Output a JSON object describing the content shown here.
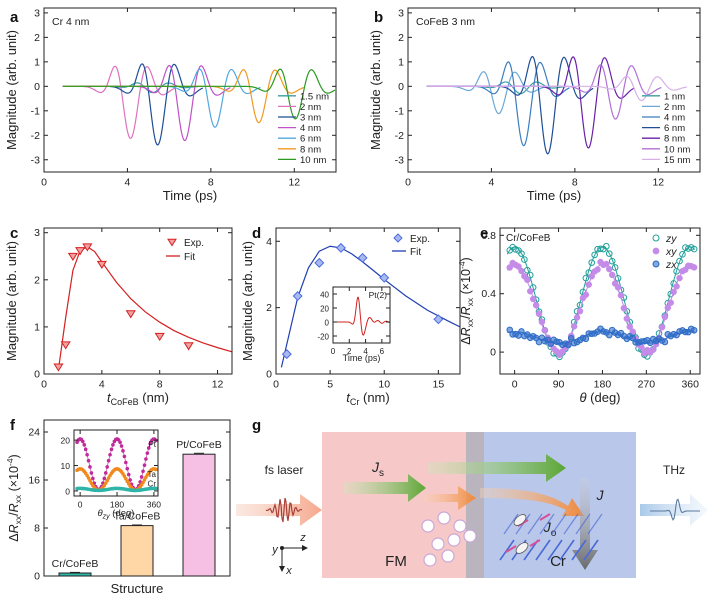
{
  "figure": {
    "panels": {
      "a": {
        "letter": "a",
        "note": "Cr 4 nm"
      },
      "b": {
        "letter": "b",
        "note": "CoFeB 3 nm"
      },
      "c": {
        "letter": "c"
      },
      "d": {
        "letter": "d"
      },
      "e": {
        "letter": "e",
        "note": "Cr/CoFeB"
      },
      "f": {
        "letter": "f"
      },
      "g": {
        "letter": "g"
      }
    },
    "schematic": {
      "fs_laser": "fs laser",
      "thz": "THz",
      "fm": "FM",
      "cr": "Cr",
      "js": "J",
      "js_sub": "s",
      "jo": "J",
      "jo_sub": "o",
      "j": "J",
      "axis_y": "y",
      "axis_z": "z",
      "axis_x": "x"
    },
    "colors": {
      "red": "#d32020",
      "blue": "#1f3fb0",
      "fm_region": "#f6c8c8",
      "cr_region": "#b9c8ea",
      "green_arrow": "#5aa534",
      "orange_arrow": "#f0883a"
    }
  },
  "chart_data": [
    {
      "id": "a",
      "type": "line",
      "title": "",
      "xlabel": "Time (ps)",
      "ylabel": "Magnitude (arb. unit)",
      "xlim": [
        0,
        14
      ],
      "ylim": [
        -3.5,
        3.2
      ],
      "xticks": [
        0,
        4,
        8,
        12
      ],
      "yticks": [
        -3,
        -2,
        -1,
        0,
        1,
        2,
        3
      ],
      "legend_position": "bottom-right",
      "series": [
        {
          "name": "1.5 nm",
          "color": "#3a9ea0",
          "peak_time": 5.2,
          "amplitude": 0.3,
          "pos_amp": 0.2
        },
        {
          "name": "2 nm",
          "color": "#e070c0",
          "peak_time": 4.15,
          "amplitude": 2.4,
          "pos_amp": 1.25
        },
        {
          "name": "3 nm",
          "color": "#1d4e96",
          "peak_time": 5.45,
          "amplitude": 2.7,
          "pos_amp": 1.4
        },
        {
          "name": "4 nm",
          "color": "#c050c8",
          "peak_time": 6.75,
          "amplitude": 2.5,
          "pos_amp": 1.3
        },
        {
          "name": "6 nm",
          "color": "#50a8e0",
          "peak_time": 8.2,
          "amplitude": 1.9,
          "pos_amp": 1.05
        },
        {
          "name": "8 nm",
          "color": "#f09a20",
          "peak_time": 10.3,
          "amplitude": 1.7,
          "pos_amp": 1.0
        },
        {
          "name": "10 nm",
          "color": "#2a9a20",
          "peak_time": 12.05,
          "amplitude": 1.55,
          "pos_amp": 1.0
        }
      ]
    },
    {
      "id": "b",
      "type": "line",
      "title": "",
      "xlabel": "Time (ps)",
      "ylabel": "Magnitude (arb. unit)",
      "xlim": [
        0,
        14
      ],
      "ylim": [
        -3.5,
        3.2
      ],
      "xticks": [
        0,
        4,
        8,
        12
      ],
      "yticks": [
        -3,
        -2,
        -1,
        0,
        1,
        2,
        3
      ],
      "legend_position": "bottom-right",
      "series": [
        {
          "name": "1 nm",
          "color": "#3a9ea0",
          "peak_time": 5.4,
          "amplitude": 0.35,
          "pos_amp": 0.25
        },
        {
          "name": "2 nm",
          "color": "#6aa8d8",
          "peak_time": 4.35,
          "amplitude": 1.3,
          "pos_amp": 0.85
        },
        {
          "name": "4 nm",
          "color": "#3a7ec0",
          "peak_time": 5.55,
          "amplitude": 2.75,
          "pos_amp": 1.5
        },
        {
          "name": "6 nm",
          "color": "#1d4e96",
          "peak_time": 6.7,
          "amplitude": 3.15,
          "pos_amp": 1.8
        },
        {
          "name": "8 nm",
          "color": "#6a1fa8",
          "peak_time": 8.65,
          "amplitude": 2.9,
          "pos_amp": 1.75
        },
        {
          "name": "10 nm",
          "color": "#b070d8",
          "peak_time": 9.95,
          "amplitude": 1.6,
          "pos_amp": 1.2
        },
        {
          "name": "15 nm",
          "color": "#d8b0e8",
          "peak_time": 11.2,
          "amplitude": 0.7,
          "pos_amp": 0.55
        }
      ]
    },
    {
      "id": "c",
      "type": "scatter",
      "title": "",
      "xlabel": "t",
      "xlabel_sub": "CoFeB",
      "xlabel_unit": " (nm)",
      "ylabel": "Magnitude (arb. unit)",
      "xlim": [
        0,
        13
      ],
      "ylim": [
        0,
        3.1
      ],
      "xticks": [
        0,
        4,
        8,
        12
      ],
      "yticks": [
        0,
        1,
        2,
        3
      ],
      "legend_position": "top-right",
      "series": [
        {
          "name": "Exp.",
          "marker": "triangle-down",
          "color": "#d32020",
          "x": [
            1,
            1.5,
            2,
            2.5,
            3,
            4,
            6,
            8,
            10
          ],
          "y": [
            0.15,
            0.62,
            2.5,
            2.62,
            2.7,
            2.33,
            1.28,
            0.8,
            0.6
          ]
        },
        {
          "name": "Fit",
          "type": "line",
          "color": "#d32020",
          "x": [
            1,
            1.5,
            2,
            2.5,
            3,
            3.5,
            4,
            5,
            6,
            7,
            8,
            9,
            10,
            11,
            12,
            13
          ],
          "y": [
            0.1,
            1.2,
            2.2,
            2.62,
            2.7,
            2.6,
            2.38,
            1.95,
            1.6,
            1.32,
            1.1,
            0.92,
            0.78,
            0.66,
            0.56,
            0.47
          ]
        }
      ]
    },
    {
      "id": "d",
      "type": "scatter",
      "title": "",
      "xlabel": "t",
      "xlabel_sub": "Cr",
      "xlabel_unit": " (nm)",
      "ylabel": "Magnitude (arb. unit)",
      "xlim": [
        0,
        17
      ],
      "ylim": [
        0,
        4.4
      ],
      "xticks": [
        0,
        5,
        10,
        15
      ],
      "yticks": [
        0,
        2,
        4
      ],
      "legend_position": "top-right",
      "series": [
        {
          "name": "Exp.",
          "marker": "diamond",
          "color": "#4a6ee0",
          "x": [
            1,
            2,
            4,
            6,
            8,
            10,
            15
          ],
          "y": [
            0.6,
            2.35,
            3.35,
            3.8,
            3.5,
            2.9,
            1.65
          ]
        },
        {
          "name": "Fit",
          "type": "line",
          "color": "#1f3fb0",
          "x": [
            0.5,
            1,
            1.5,
            2,
            3,
            4,
            5,
            6,
            7,
            8,
            9,
            10,
            12,
            14,
            16,
            17
          ],
          "y": [
            0.2,
            0.9,
            1.6,
            2.3,
            3.2,
            3.7,
            3.85,
            3.8,
            3.62,
            3.38,
            3.12,
            2.85,
            2.35,
            1.92,
            1.58,
            1.42
          ]
        }
      ],
      "inset": {
        "type": "line",
        "title": "",
        "label": "Pt(2)",
        "xlabel": "Time (ps)",
        "ylabel": "",
        "xlim": [
          0,
          7
        ],
        "ylim": [
          -30,
          50
        ],
        "xticks": [
          0,
          2,
          4,
          6
        ],
        "yticks": [
          -20,
          0,
          20,
          40
        ],
        "color": "#d32020"
      }
    },
    {
      "id": "e",
      "type": "scatter",
      "title": "",
      "xlabel": "θ (deg)",
      "ylabel": "ΔR",
      "ylabel_parts": {
        "delta": "Δ",
        "r1": "R",
        "s1": "xx",
        "slash": "/",
        "r2": "R",
        "s2": "xx",
        "unit": " (×10",
        "exp": "-4",
        "close": ")"
      },
      "xlim": [
        -30,
        380
      ],
      "ylim": [
        -0.15,
        0.85
      ],
      "xticks": [
        0,
        90,
        180,
        270,
        360
      ],
      "yticks": [
        0,
        0.4,
        0.8
      ],
      "ytick_labels": [
        "0",
        "0.4",
        "0.8"
      ],
      "legend_position": "top-right",
      "series": [
        {
          "name": "zy",
          "marker": "open-circle",
          "color": "#21a09a",
          "mean": 0.35,
          "amp": 0.37,
          "noise": 0.02
        },
        {
          "name": "xy",
          "marker": "filled-circle",
          "color": "#c48be8",
          "mean": 0.3,
          "amp": 0.3,
          "noise": 0.02
        },
        {
          "name": "zx",
          "marker": "circle",
          "color": "#2e6cc7",
          "mean": 0.1,
          "amp": 0.04,
          "noise": 0.025
        }
      ]
    },
    {
      "id": "f",
      "type": "bar",
      "title": "",
      "xlabel": "Structure",
      "ylabel": "ΔR",
      "ylabel_parts": {
        "delta": "Δ",
        "r1": "R",
        "s1": "xx",
        "slash": "/",
        "r2": "R",
        "s2": "xx",
        "unit": " (×10",
        "exp": "-4",
        "close": ")"
      },
      "ylim": [
        0,
        26
      ],
      "yticks": [
        0,
        8,
        16,
        24
      ],
      "categories": [
        "Cr/CoFeB",
        "Ta/CoFeB",
        "Pt/CoFeB"
      ],
      "values": [
        0.5,
        8.4,
        20.3
      ],
      "errors": [
        0.1,
        0.1,
        0.15
      ],
      "bar_colors": [
        "#2fb4a8",
        "#ffd7a6",
        "#f5c0e4"
      ],
      "inset": {
        "type": "scatter",
        "xlabel": "θ",
        "xlabel_sub": "zy",
        "xlabel_unit": " (deg)",
        "xlim": [
          -30,
          380
        ],
        "ylim": [
          -2,
          24
        ],
        "xticks": [
          0,
          180,
          360
        ],
        "yticks": [
          0,
          10,
          20
        ],
        "series": [
          {
            "name": "Pt",
            "color": "#c02a9a",
            "mean": 10.5,
            "amp": 10.0
          },
          {
            "name": "Ta",
            "color": "#f08a1c",
            "mean": 4.5,
            "amp": 4.2
          },
          {
            "name": "Cr",
            "color": "#2fb4a8",
            "mean": 0.6,
            "amp": 0.4
          }
        ]
      }
    }
  ]
}
